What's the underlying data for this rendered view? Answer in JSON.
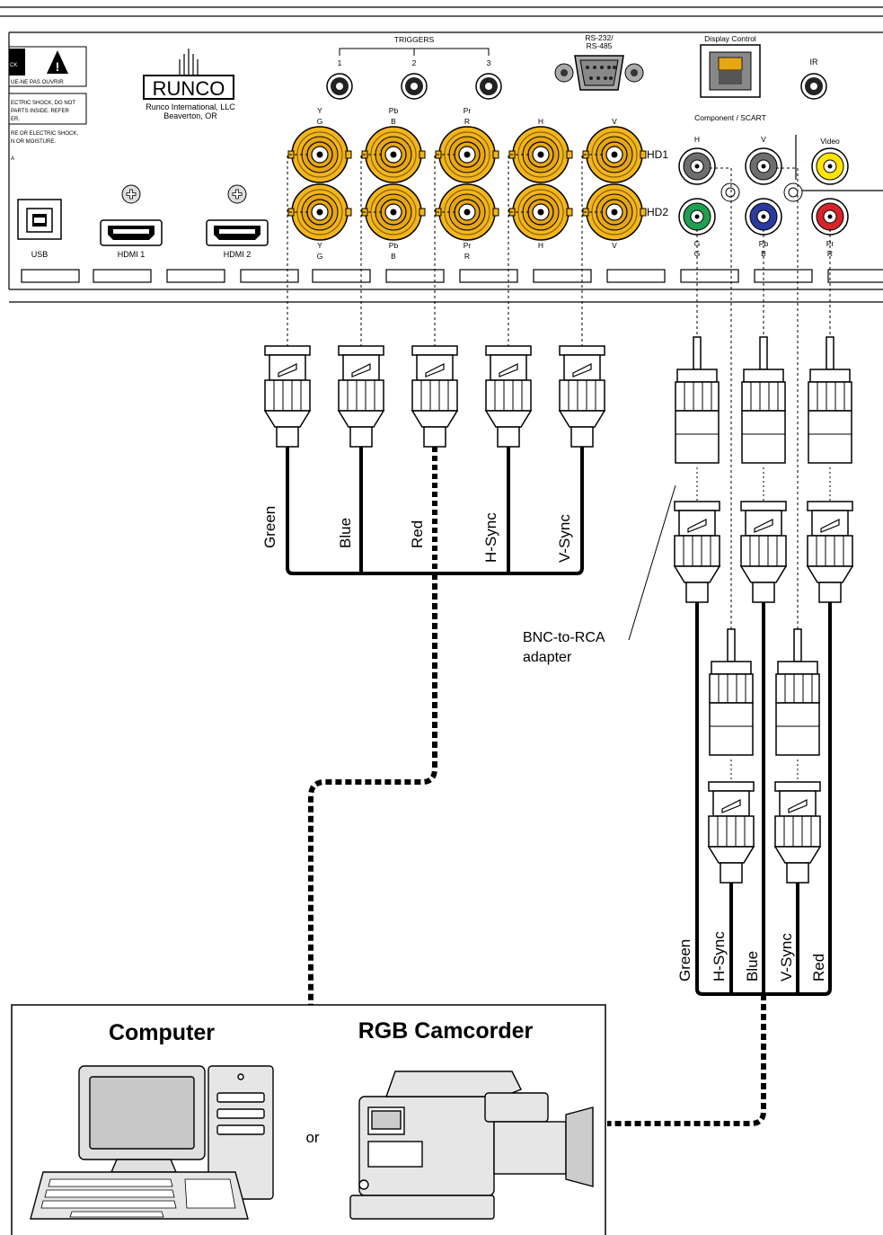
{
  "panel": {
    "warning_line1": "CK",
    "warning_line2": "UE-NE PAS OUVRIR",
    "warning_text_1": "ECTRIC SHOCK, DO NOT",
    "warning_text_2": "PARTS INSIDE. REFER",
    "warning_text_3": "ER.",
    "warning_text_4": "RE OR ELECTRIC SHOCK,",
    "warning_text_5": "N OR MOISTURE.",
    "warning_text_6": "A",
    "brand": "RUNCO",
    "company_line1": "Runco International, LLC",
    "company_line2": "Beaverton, OR",
    "triggers_title": "TRIGGERS",
    "trigger_labels": [
      "1",
      "2",
      "3"
    ],
    "rs232_line1": "RS-232/",
    "rs232_line2": "RS-485",
    "display_control": "Display Control",
    "ir_label": "IR",
    "component_scart": "Component / SCART",
    "usb_label": "USB",
    "hdmi1_label": "HDMI 1",
    "hdmi2_label": "HDMI 2",
    "hd1_label": "HD1",
    "hd2_label": "HD2",
    "bnc_top_labels": [
      [
        "Y",
        "G"
      ],
      [
        "Pb",
        "B"
      ],
      [
        "Pr",
        "R"
      ],
      [
        "H",
        ""
      ],
      [
        "V",
        ""
      ]
    ],
    "bnc_bottom_labels": [
      [
        "Y",
        "G"
      ],
      [
        "Pb",
        "B"
      ],
      [
        "Pr",
        "R"
      ],
      [
        "H",
        ""
      ],
      [
        "V",
        ""
      ]
    ],
    "rca_top_labels": [
      "H",
      "V",
      "Video"
    ],
    "rca_bottom_labels": [
      [
        "G",
        "G"
      ],
      [
        "Pb",
        "B"
      ],
      [
        "Pr",
        "R"
      ]
    ]
  },
  "cables": {
    "left_labels": [
      "Green",
      "Blue",
      "Red",
      "H-Sync",
      "V-Sync"
    ],
    "right_labels": [
      "Green",
      "H-Sync",
      "Blue",
      "V-Sync",
      "Red"
    ],
    "adapter_line1": "BNC-to-RCA",
    "adapter_line2": "adapter"
  },
  "sources": {
    "computer": "Computer",
    "camcorder": "RGB Camcorder",
    "or": "or"
  },
  "colors": {
    "bnc_gold": "#F2B51C",
    "rca_green": "#1FA050",
    "rca_blue": "#2B3A9E",
    "rca_red": "#D8232A",
    "rca_yellow": "#FFE500",
    "rca_gray": "#6D6E70"
  }
}
